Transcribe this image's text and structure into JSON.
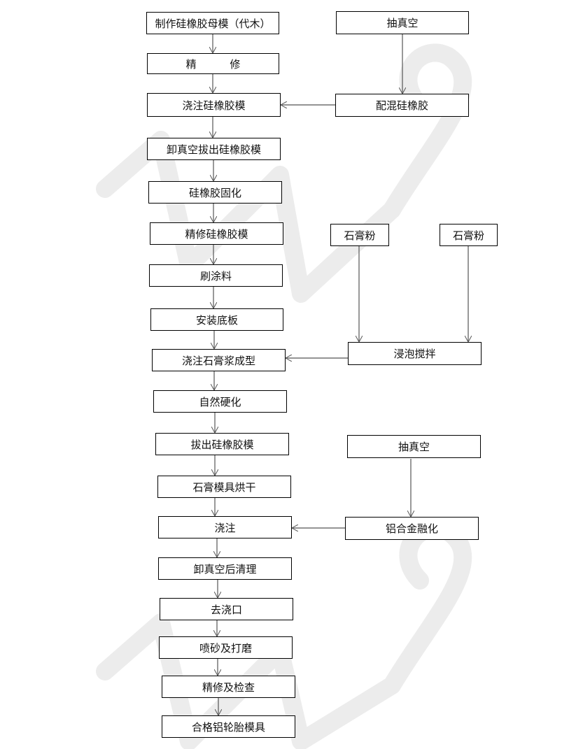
{
  "main_flow": [
    "制作硅橡胶母模（代木）",
    "精          修",
    "浇注硅橡胶模",
    "卸真空拔出硅橡胶模",
    "硅橡胶固化",
    "精修硅橡胶模",
    "刷涂料",
    "安装底板",
    "浇注石膏浆成型",
    "自然硬化",
    "拔出硅橡胶模",
    "石膏模具烘干",
    "浇注",
    "卸真空后清理",
    "去浇口",
    "喷砂及打磨",
    "精修及检查",
    "合格铝轮胎模具"
  ],
  "side_flow": {
    "vacuum_1": "抽真空",
    "mix_silicone": "配混硅橡胶",
    "gypsum_1": "石膏粉",
    "gypsum_2": "石膏粉",
    "soak_stir": "浸泡搅拌",
    "vacuum_2": "抽真空",
    "alloy_melt": "铝合金融化"
  },
  "colors": {
    "line": "#555555",
    "border": "#000000",
    "watermark": "#ececec"
  }
}
